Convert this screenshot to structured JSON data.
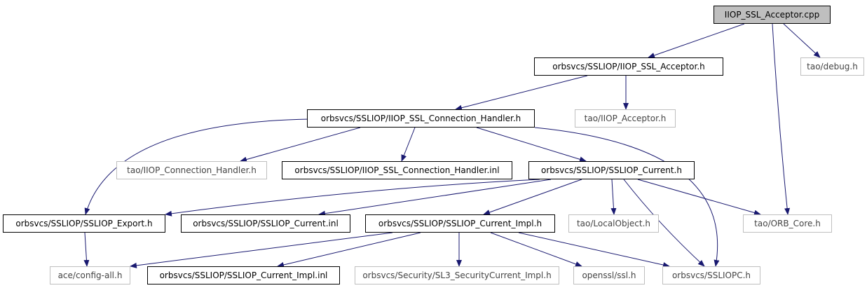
{
  "colors": {
    "edge": "#191970",
    "root_fill": "#bfbfbf",
    "external_border": "#bfbfbf"
  },
  "nodes": {
    "root": "IIOP_SSL_Acceptor.cpp",
    "acceptor_h": "orbsvcs/SSLIOP/IIOP_SSL_Acceptor.h",
    "debug_h": "tao/debug.h",
    "iiop_acceptor_h": "tao/IIOP_Acceptor.h",
    "conn_handler_h": "orbsvcs/SSLIOP/IIOP_SSL_Connection_Handler.h",
    "iiop_conn_handler_h": "tao/IIOP_Connection_Handler.h",
    "conn_handler_inl": "orbsvcs/SSLIOP/IIOP_SSL_Connection_Handler.inl",
    "current_h": "orbsvcs/SSLIOP/SSLIOP_Current.h",
    "export_h": "orbsvcs/SSLIOP/SSLIOP_Export.h",
    "current_inl": "orbsvcs/SSLIOP/SSLIOP_Current.inl",
    "current_impl_h": "orbsvcs/SSLIOP/SSLIOP_Current_Impl.h",
    "local_object_h": "tao/LocalObject.h",
    "orb_core_h": "tao/ORB_Core.h",
    "config_all_h": "ace/config-all.h",
    "current_impl_inl": "orbsvcs/SSLIOP/SSLIOP_Current_Impl.inl",
    "sl3_h": "orbsvcs/Security/SL3_SecurityCurrent_Impl.h",
    "openssl_h": "openssl/ssl.h",
    "sslopc_h": "orbsvcs/SSLIOPC.h"
  },
  "edges": [
    [
      "root",
      "acceptor_h"
    ],
    [
      "root",
      "debug_h"
    ],
    [
      "root",
      "orb_core_h"
    ],
    [
      "acceptor_h",
      "conn_handler_h"
    ],
    [
      "acceptor_h",
      "iiop_acceptor_h"
    ],
    [
      "conn_handler_h",
      "export_h"
    ],
    [
      "conn_handler_h",
      "iiop_conn_handler_h"
    ],
    [
      "conn_handler_h",
      "conn_handler_inl"
    ],
    [
      "conn_handler_h",
      "current_h"
    ],
    [
      "conn_handler_h",
      "sslopc_h"
    ],
    [
      "current_h",
      "export_h"
    ],
    [
      "current_h",
      "current_inl"
    ],
    [
      "current_h",
      "current_impl_h"
    ],
    [
      "current_h",
      "local_object_h"
    ],
    [
      "current_h",
      "orb_core_h"
    ],
    [
      "current_h",
      "sslopc_h"
    ],
    [
      "export_h",
      "config_all_h"
    ],
    [
      "current_impl_h",
      "config_all_h"
    ],
    [
      "current_impl_h",
      "current_impl_inl"
    ],
    [
      "current_impl_h",
      "sl3_h"
    ],
    [
      "current_impl_h",
      "openssl_h"
    ],
    [
      "current_impl_h",
      "sslopc_h"
    ]
  ]
}
